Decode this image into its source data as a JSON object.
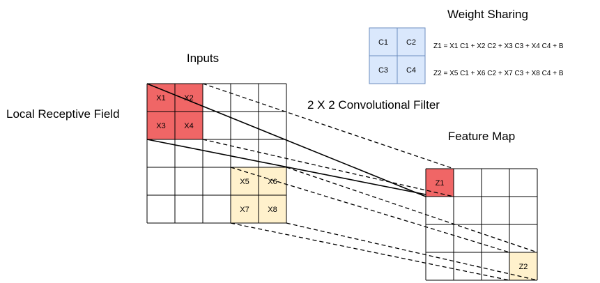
{
  "labels": {
    "weight_sharing": "Weight Sharing",
    "inputs": "Inputs",
    "local_receptive_field": "Local Receptive Field",
    "filter": "2 X 2 Convolutional Filter",
    "feature_map": "Feature Map"
  },
  "filter_weights": [
    "C1",
    "C2",
    "C3",
    "C4"
  ],
  "equations": [
    "Z1 = X1 C1 + X2 C2 + X3 C3 + X4 C4 + B",
    "Z2 = X5 C1 + X6 C2 + X7 C3 + X8 C4 + B"
  ],
  "input_grid": {
    "rows": 5,
    "cols": 5,
    "cells": [
      {
        "row": 0,
        "col": 0,
        "label": "X1",
        "group": "first"
      },
      {
        "row": 0,
        "col": 1,
        "label": "X2",
        "group": "first"
      },
      {
        "row": 1,
        "col": 0,
        "label": "X3",
        "group": "first"
      },
      {
        "row": 1,
        "col": 1,
        "label": "X4",
        "group": "first"
      },
      {
        "row": 3,
        "col": 3,
        "label": "X5",
        "group": "second"
      },
      {
        "row": 3,
        "col": 4,
        "label": "X6",
        "group": "second"
      },
      {
        "row": 4,
        "col": 3,
        "label": "X7",
        "group": "second"
      },
      {
        "row": 4,
        "col": 4,
        "label": "X8",
        "group": "second"
      }
    ]
  },
  "feature_grid": {
    "rows": 4,
    "cols": 4,
    "cells": [
      {
        "row": 0,
        "col": 0,
        "label": "Z1",
        "group": "first"
      },
      {
        "row": 3,
        "col": 3,
        "label": "Z2",
        "group": "second"
      }
    ]
  },
  "colors": {
    "first_fill": "#f06666",
    "second_fill": "#fff1cc",
    "filter_fill": "#dae8fc",
    "filter_stroke": "#6c8ebf",
    "line": "#000000"
  }
}
